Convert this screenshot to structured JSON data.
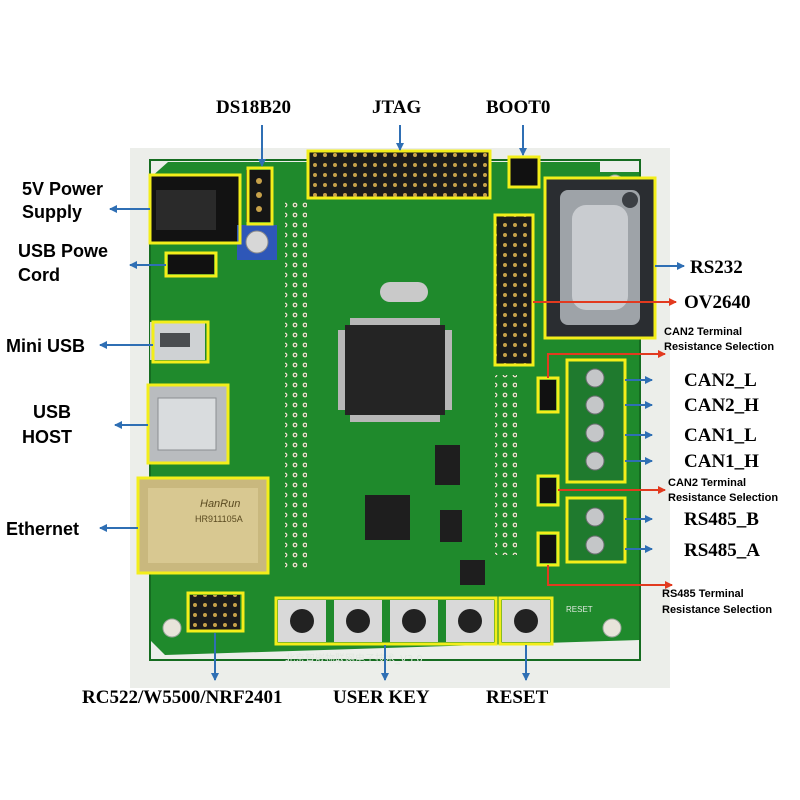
{
  "labels": {
    "ds18b20": "DS18B20",
    "jtag": "JTAG",
    "boot0": "BOOT0",
    "power_line1": "5V Power",
    "power_line2": "Supply",
    "usbpower_line1": "USB Powe",
    "usbpower_line2": "Cord",
    "mini_usb": "Mini USB",
    "usbhost_line1": "USB",
    "usbhost_line2": "HOST",
    "ethernet": "Ethernet",
    "rs232": "RS232",
    "ov2640": "OV2640",
    "can2_sel_line1": "CAN2 Terminal",
    "can2_sel_line2": "Resistance Selection",
    "can2_l": "CAN2_L",
    "can2_h": "CAN2_H",
    "can1_l": "CAN1_L",
    "can1_h": "CAN1_H",
    "can2_sel2_line1": "CAN2 Terminal",
    "can2_sel2_line2": "Resistance Selection",
    "rs485_b": "RS485_B",
    "rs485_a": "RS485_A",
    "rs485_sel_line1": "RS485 Terminal",
    "rs485_sel_line2": "Resistance Selection",
    "rc522": "RC522/W5500/NRF2401",
    "user_key": "USER KEY",
    "reset": "RESET"
  },
  "board": {
    "silkscreen": "北京智嵌物联网电子技术_V3.0",
    "ethernet_brand": "HanRun",
    "ethernet_part": "HR911105A",
    "reset_mark": "RESET"
  },
  "colors": {
    "pcb": "#1f8a2c",
    "highlight": "#f3ee1a",
    "arrow_blue": "#2f6fb4",
    "arrow_red": "#e23a1f"
  }
}
